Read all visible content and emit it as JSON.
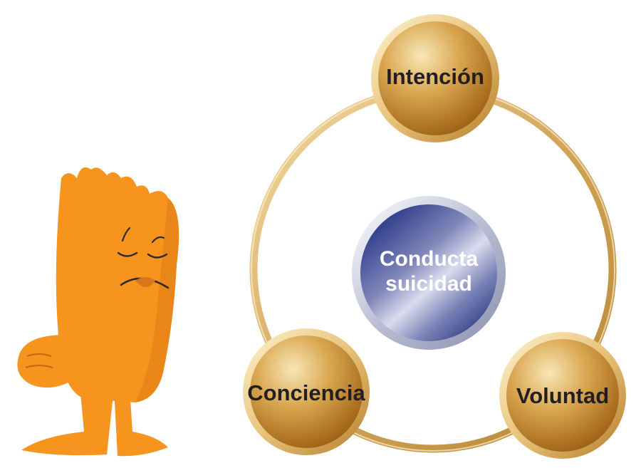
{
  "diagram": {
    "center": {
      "line1": "Conducta",
      "line2": "suicidad"
    },
    "nodes": {
      "top": "Intención",
      "left": "Conciencia",
      "right": "Voluntad"
    }
  },
  "colors": {
    "ring_gold": "#d8b56a",
    "node_gold_light": "#f6e2ad",
    "node_gold_dark": "#a86a16",
    "center_blue_light": "#e8ecf7",
    "center_blue_dark": "#2a3a86",
    "character_orange": "#f7941e",
    "character_shadow": "#d9751a"
  },
  "character": {
    "icon": "sad-orange-character-icon"
  }
}
